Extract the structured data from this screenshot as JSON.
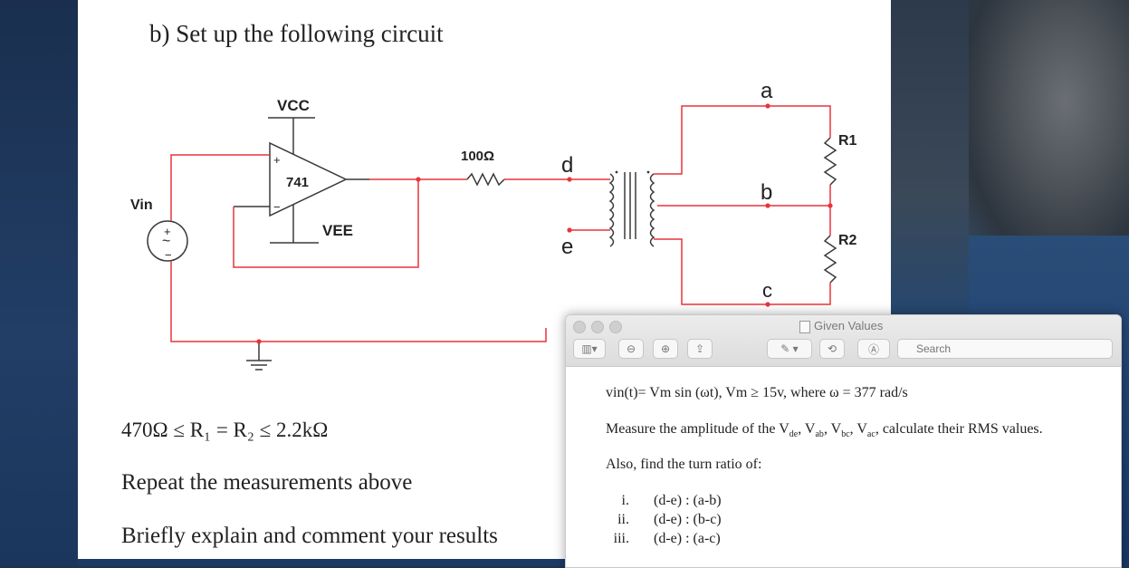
{
  "document": {
    "title": "b) Set up the following circuit",
    "resistor_range": "470Ω ≤ R₁ = R₂ ≤ 2.2kΩ",
    "repeat": "Repeat the measurements above",
    "explain": "Briefly explain and comment your results"
  },
  "circuit": {
    "vcc": "VCC",
    "vee": "VEE",
    "opamp": "741",
    "plus": "+",
    "minus": "−",
    "source_label": "Vin",
    "source_plus": "+",
    "source_minus": "−",
    "source_tilde": "~",
    "resistor_value": "100Ω",
    "node_a": "a",
    "node_b": "b",
    "node_c": "c",
    "node_d": "d",
    "node_e": "e",
    "r1": "R1",
    "r2": "R2",
    "wire_color": "#e8343a"
  },
  "window": {
    "title": "Given Values",
    "search_placeholder": "Search",
    "line1": "vin(t)= Vm sin (ωt),  Vm ≥ 15v, where ω = 377 rad/s",
    "line2_prefix": "Measure the amplitude of the V",
    "v_de": "de",
    "v_ab": "ab",
    "v_bc": "bc",
    "v_ac": "ac",
    "line2_suffix": "calculate their RMS values.",
    "line3": "Also, find the turn ratio of:",
    "items": [
      {
        "num": "i.",
        "text": "(d-e) : (a-b)"
      },
      {
        "num": "ii.",
        "text": "(d-e) : (b-c)"
      },
      {
        "num": "iii.",
        "text": "(d-e) : (a-c)"
      }
    ]
  }
}
